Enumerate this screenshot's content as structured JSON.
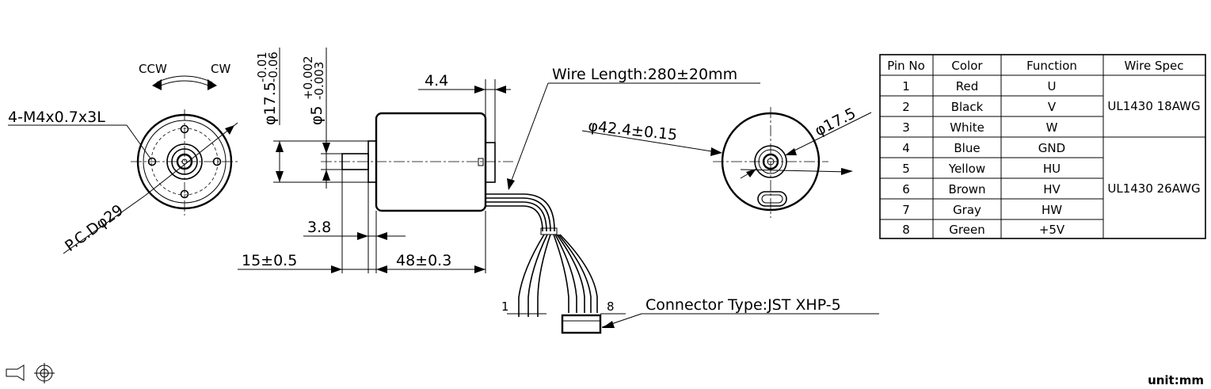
{
  "front_view": {
    "ccw": "CCW",
    "cw": "CW",
    "screw_spec": "4-M4x0.7x3L",
    "pcd": "P.C.Dφ29"
  },
  "side_view": {
    "tol_shaft_body": "φ17.5",
    "tol_shaft_body_upper": "-0.01",
    "tol_shaft_body_lower": "-0.06",
    "tol_shaft": "φ5",
    "tol_shaft_upper": "+0.002",
    "tol_shaft_lower": "-0.003",
    "dim_4_4": "4.4",
    "dim_3_8": "3.8",
    "dim_15": "15±0.5",
    "dim_48": "48±0.3",
    "wire_length": "Wire Length:280±20mm",
    "connector": "Connector Type:JST XHP-5",
    "pin_first": "1",
    "pin_last": "8"
  },
  "rear_view": {
    "dia_outer": "φ42.4±0.15",
    "dia_inner": "φ17.5"
  },
  "pin_table": {
    "headers": [
      "Pin No",
      "Color",
      "Function",
      "Wire Spec"
    ],
    "rows": [
      {
        "pin": "1",
        "color": "Red",
        "function": "U"
      },
      {
        "pin": "2",
        "color": "Black",
        "function": "V"
      },
      {
        "pin": "3",
        "color": "White",
        "function": "W"
      },
      {
        "pin": "4",
        "color": "Blue",
        "function": "GND"
      },
      {
        "pin": "5",
        "color": "Yellow",
        "function": "HU"
      },
      {
        "pin": "6",
        "color": "Brown",
        "function": "HV"
      },
      {
        "pin": "7",
        "color": "Gray",
        "function": "HW"
      },
      {
        "pin": "8",
        "color": "Green",
        "function": "+5V"
      }
    ],
    "spec_power": "UL1430 18AWG",
    "spec_signal": "UL1430 26AWG"
  },
  "footer": {
    "unit": "unit:mm",
    "projection_icon": "third-angle-projection-icon"
  }
}
